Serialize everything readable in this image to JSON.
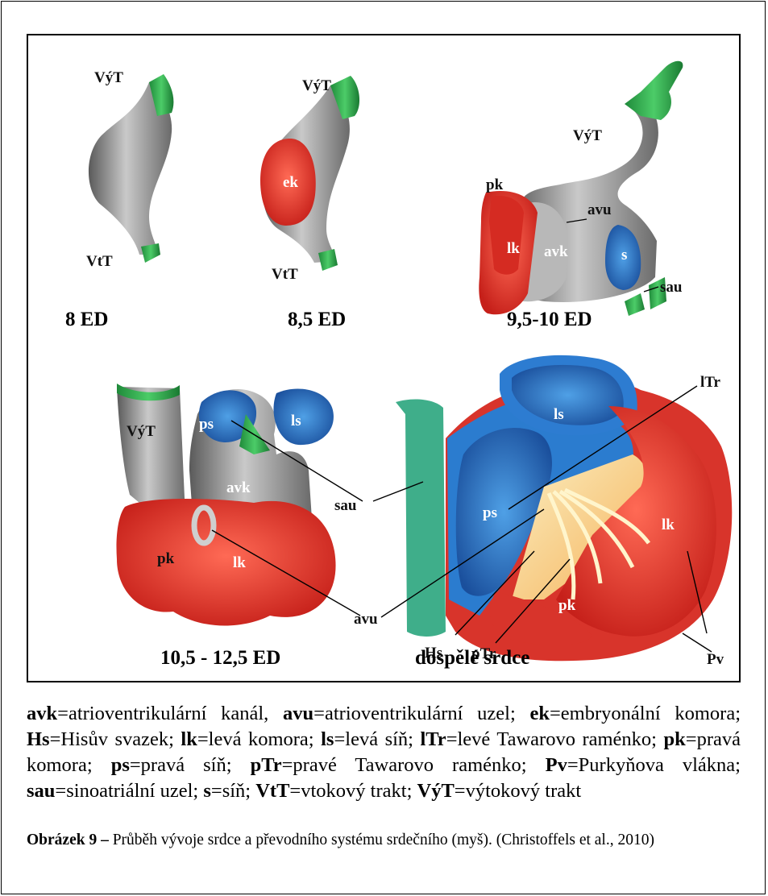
{
  "figure": {
    "stages": {
      "s8": "8 ED",
      "s85": "8,5 ED",
      "s95": "9,5-10 ED",
      "s105": "10,5 - 12,5 ED",
      "adult": "dospělé srdce"
    },
    "labels": {
      "vyt1": "VýT",
      "vtt1": "VtT",
      "vyt2": "VýT",
      "ek": "ek",
      "vtt2": "VtT",
      "vyt3": "VýT",
      "pk3": "pk",
      "avu3": "avu",
      "lk3": "lk",
      "avk3": "avk",
      "s3": "s",
      "sau3": "sau",
      "vyt4": "VýT",
      "ps4": "ps",
      "ls4": "ls",
      "avk4": "avk",
      "pk4": "pk",
      "lk4": "lk",
      "sau_center": "sau",
      "avu_center": "avu",
      "ls5": "ls",
      "ps5": "ps",
      "lk5": "lk",
      "pk5": "pk",
      "ltr": "lTr",
      "hs": "Hs",
      "ptr": "pTr",
      "pv": "Pv"
    },
    "colors": {
      "gray": "#8e8e8e",
      "green": "#2ea84a",
      "red": "#e2392b",
      "blue": "#2a66b4"
    }
  },
  "legend": [
    {
      "abbr": "avk",
      "def": "=atrioventrikulární kanál, "
    },
    {
      "abbr": "avu",
      "def": "=atrioventrikulární uzel; "
    },
    {
      "abbr": "ek",
      "def": "=embryonální komora; "
    },
    {
      "abbr": "Hs",
      "def": "=Hisův svazek; "
    },
    {
      "abbr": "lk",
      "def": "=levá komora; "
    },
    {
      "abbr": "ls",
      "def": "=levá síň; "
    },
    {
      "abbr": "lTr",
      "def": "=levé Tawarovo raménko; "
    },
    {
      "abbr": "pk",
      "def": "=pravá komora; "
    },
    {
      "abbr": "ps",
      "def": "=pravá síň; "
    },
    {
      "abbr": "pTr",
      "def": "=pravé Tawarovo raménko; "
    },
    {
      "abbr": "Pv",
      "def": "=Purkyňova vlákna; "
    },
    {
      "abbr": "sau",
      "def": "=sinoatriální uzel; "
    },
    {
      "abbr": "s",
      "def": "=síň; "
    },
    {
      "abbr": "VtT",
      "def": "=vtokový trakt; "
    },
    {
      "abbr": "VýT",
      "def": "=výtokový trakt"
    }
  ],
  "caption": {
    "label": "Obrázek 9 –",
    "text": " Průběh vývoje srdce a převodního systému srdečního (myš). (Christoffels et al., 2010)"
  }
}
